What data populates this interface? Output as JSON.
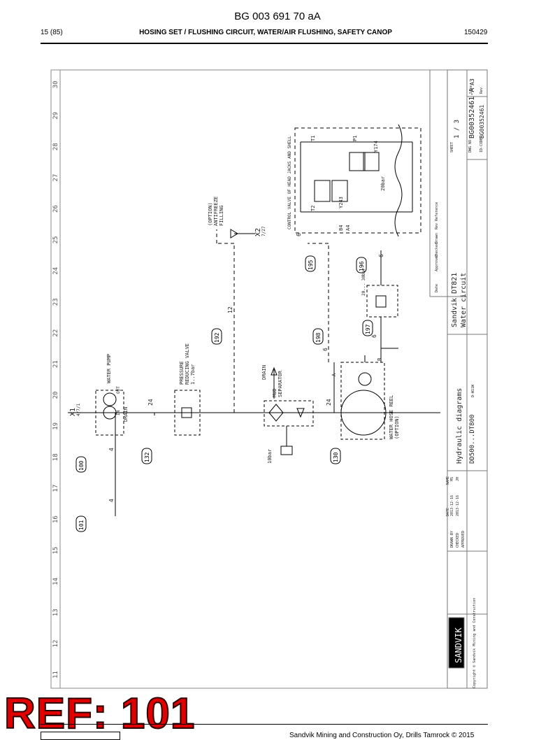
{
  "header": {
    "doc_id": "BG 003 691 70 aA",
    "page": "15 (85)",
    "section": "HOSING SET / FLUSHING CIRCUIT, WATER/AIR FLUSHING, SAFETY CANOP",
    "date": "150429"
  },
  "drawing": {
    "column_numbers": [
      "11",
      "12",
      "13",
      "14",
      "15",
      "16",
      "17",
      "18",
      "19",
      "20",
      "21",
      "22",
      "23",
      "24",
      "25",
      "26",
      "27",
      "28",
      "29",
      "30"
    ],
    "refs": [
      "101",
      "100",
      "132",
      "130",
      "192",
      "198",
      "197",
      "195",
      "196"
    ],
    "pipe_sizes": {
      "p101": "4",
      "p100": "4",
      "p132": "24",
      "p130": "24",
      "p192": "12",
      "p198": "6",
      "p197": "6",
      "p195": "6",
      "p196": "6"
    },
    "components": {
      "x1": "X1",
      "x1_sub": "4/7/1",
      "water_pump": "WATER PUMP",
      "drain1": "DRAIN",
      "drain2": "DRAIN",
      "pressure_valve": "PRESSURE",
      "pressure_valve2": "REDUCING VALVE",
      "pressure_set": "1..7bar",
      "mud_sep": "MUD",
      "mud_sep2": "SEPARATOR",
      "bar10": "10bar",
      "hose_reel": "WATER HOSE REEL",
      "hose_reel2": "(OPTION)",
      "anti_freeze": "(OPTION)",
      "anti_freeze2": "ANTIFREEZE",
      "anti_freeze3": "FILLING",
      "x2": "X2",
      "x2_sub": "7/27",
      "control_valve": "CONTROL VALVE OF HEAD JACKS AND SHELL",
      "y243": "Y243",
      "y174": "Y174",
      "bar20": "20bar",
      "bar20b": "20... 30bar",
      "port_in": "IN",
      "port_out": "OUT",
      "port_a": "A",
      "port_b": "B",
      "t1": "T1",
      "t2": "T2",
      "a4": "A4",
      "b4": "B4",
      "p1": "P1"
    },
    "title_block": {
      "logo": "SANDVIK",
      "copyright": "Copyright © Sandvik Mining and Construction",
      "drawn_by_label": "DRAWN BY",
      "checked_label": "CHECKED",
      "approved_label": "APPROVED",
      "date_label": "DATE",
      "name_label": "NAME",
      "drawn_date": "2013-12-16",
      "checked_date": "2013-12-16",
      "drawn_name": "MS",
      "checked_name": "JH",
      "title": "Hydraulic diagrams",
      "models": "DD500...DT800",
      "models_suffix": "D-W11W",
      "machine": "Sandvik DT821",
      "circuit": "Water circuit",
      "sheet_label": "SHEET",
      "sheet": "1 / 3",
      "drawing_no_label": "DWG NO",
      "drawing_no": "BG00352461-A",
      "ord_label": "ID-CODE",
      "ord_no": "BG00352461",
      "size_label": "Size",
      "size": "A3",
      "rev_label": "Rev",
      "date_col": "Date",
      "approved_col": "Approved",
      "checked_col": "Checked",
      "drawn_col": "Drawn",
      "rev_col": "Rev Reference"
    }
  },
  "overlay": {
    "ref": "REF: 101"
  },
  "footer": {
    "text": "Sandvik Mining and Construction Oy, Drills Tamrock © 2015"
  }
}
